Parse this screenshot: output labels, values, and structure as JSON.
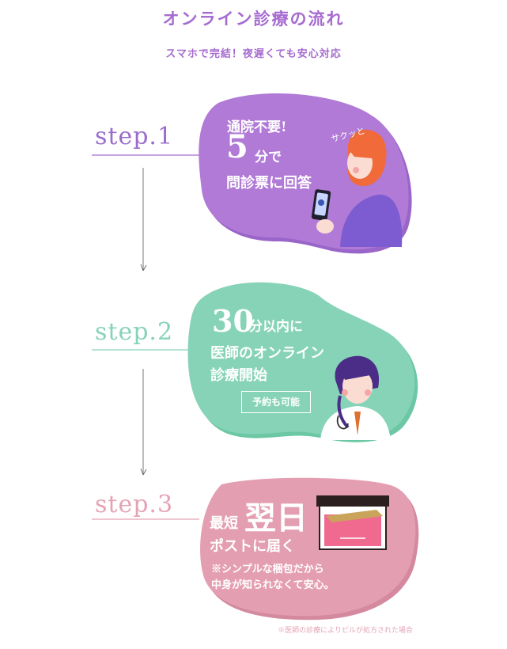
{
  "header": {
    "title": "オンライン診療の流れ",
    "subtitle": "スマホで完結！夜遅くても安心対応"
  },
  "steps": [
    {
      "label": "step.1",
      "line1": "通院不要!",
      "big": "5",
      "big_suffix": "分で",
      "line3": "問診票に回答",
      "sfx": "サクッと",
      "color": "#a66bd0"
    },
    {
      "label": "step.2",
      "big": "30",
      "big_suffix": "分以内に",
      "line2": "医師のオンライン",
      "line3": "診療開始",
      "badge": "予約も可能",
      "color": "#86d3b7"
    },
    {
      "label": "step.3",
      "pre": "最短",
      "big": "翌日",
      "line2": "ポストに届く",
      "note1": "※シンプルな梱包だから",
      "note2": "中身が知られなくて安心。",
      "color": "#e4a3b5"
    }
  ],
  "footnote": "※医師の診療によりピルが処方された場合"
}
